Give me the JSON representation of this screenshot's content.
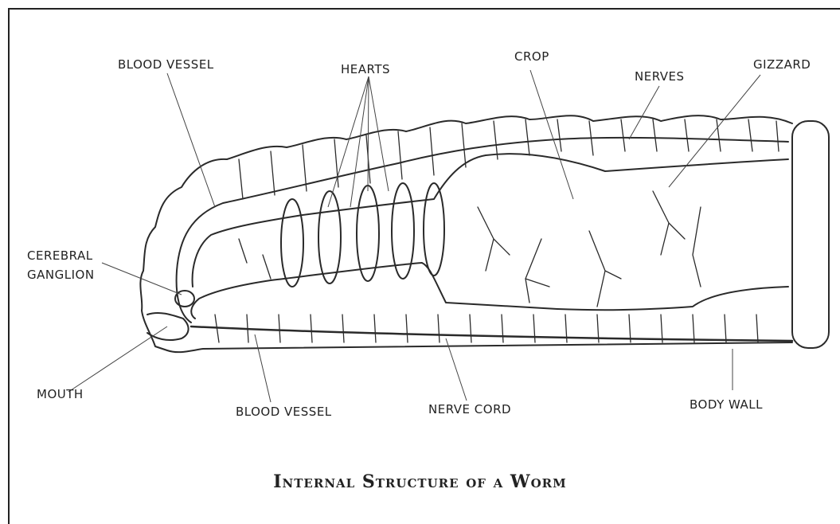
{
  "labels": {
    "blood_vessel_top": "BLOOD VESSEL",
    "hearts": "HEARTS",
    "crop": "CROP",
    "nerves": "NERVES",
    "gizzard": "GIZZARD",
    "cerebral_ganglion_line1": "CEREBRAL",
    "cerebral_ganglion_line2": "GANGLION",
    "mouth": "MOUTH",
    "blood_vessel_bottom": "BLOOD VESSEL",
    "nerve_cord": "NERVE CORD",
    "body_wall": "BODY WALL"
  },
  "caption": "Internal Structure of a Worm"
}
